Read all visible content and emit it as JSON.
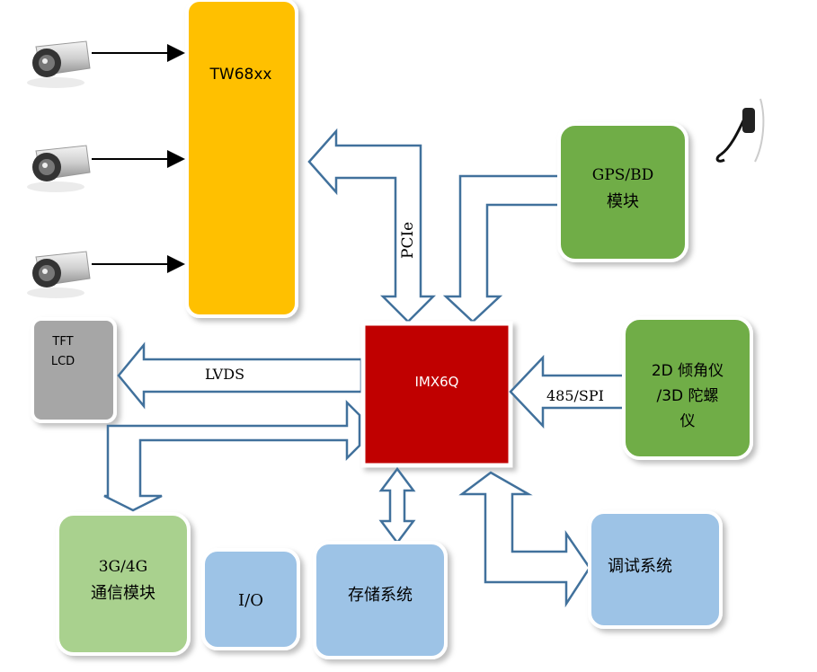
{
  "blocks": {
    "tw68xx": "TW68xx",
    "imx6q": "IMX6Q",
    "tft_line1": "TFT",
    "tft_line2": "LCD",
    "gps_line1": "GPS/BD",
    "gps_line2": "模块",
    "tilt_line1": "2D 倾角仪",
    "tilt_line2": "/3D 陀螺",
    "tilt_line3": "仪",
    "comm_line1": "3G/4G",
    "comm_line2": "通信模块",
    "io": "I/O",
    "storage": "存储系统",
    "debug": "调试系统"
  },
  "links": {
    "pcie": "PCIe",
    "lvds": "LVDS",
    "spi": "485/SPI"
  },
  "colors": {
    "tw68xx": "#FFC000",
    "imx6q": "#C00000",
    "tft": "#A6A6A6",
    "green_module": "#70AD47",
    "comm": "#A9D18E",
    "blue_module": "#9DC3E6",
    "arrow_stroke": "#41719C"
  },
  "icons": {
    "camera": "security-camera-icon",
    "antenna": "gps-antenna-icon"
  }
}
